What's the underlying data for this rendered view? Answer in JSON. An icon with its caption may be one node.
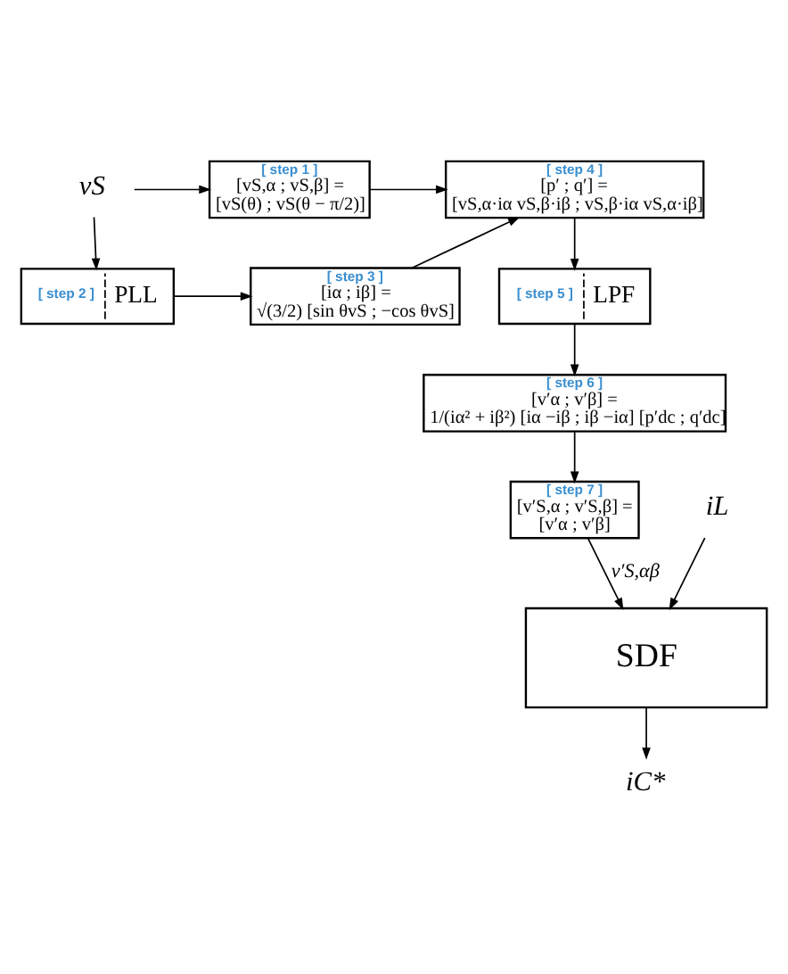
{
  "diagram": {
    "nodes": [
      {
        "text": [
          "vS"
        ]
      },
      {
        "text": [
          "[ step 2 ]",
          "PLL"
        ]
      },
      {
        "text": [
          "[ step 3 ]",
          "[iα ; iβ] = √(3/2) [sin θvS ; −cos θvS]"
        ]
      },
      {
        "text": [
          "[ step 1 ]",
          "[vS,α ; vS,β] = [vS(θ) ; vS(θ − π/2)]"
        ]
      },
      {
        "text": [
          "[ step 4 ]",
          "[p′ ; q′] = [vS,α·iα vS,β·iβ ; vS,β·iα vS,α·iβ]"
        ]
      },
      {
        "text": [
          "[ step 6 ]",
          "[v′α ; v′β] = 1/(iα² + iβ²) [iα −iβ ; iβ −iα] [p′dc ; q′dc]"
        ]
      },
      {
        "text": [
          "[ step 5 ]",
          "LPF"
        ]
      },
      {
        "text": [
          "[ step 7 ]",
          "[v′S,α ; v′S,β] = [v′α ; v′β]"
        ]
      },
      {
        "text": [
          "iL"
        ]
      },
      {
        "text": [
          "SDF"
        ]
      },
      {
        "text": [
          "iC*"
        ]
      }
    ],
    "edges": [
      {
        "from": 0,
        "to": 1,
        "arrow": "to"
      },
      {
        "from": 0,
        "to": 3,
        "arrow": "to"
      },
      {
        "from": 1,
        "to": 2,
        "arrow": "to"
      },
      {
        "from": 2,
        "to": 4,
        "arrow": "to"
      },
      {
        "from": 3,
        "to": 4,
        "arrow": "to"
      },
      {
        "from": 4,
        "to": 6,
        "arrow": "to"
      },
      {
        "from": 6,
        "to": 5,
        "arrow": "to"
      },
      {
        "from": 5,
        "to": 7,
        "arrow": "to"
      },
      {
        "from": 7,
        "to": 9,
        "arrow": "to",
        "label": "v′S,αβ"
      },
      {
        "from": 8,
        "to": 9,
        "arrow": "to"
      },
      {
        "from": 9,
        "to": 10,
        "arrow": "to"
      }
    ]
  }
}
